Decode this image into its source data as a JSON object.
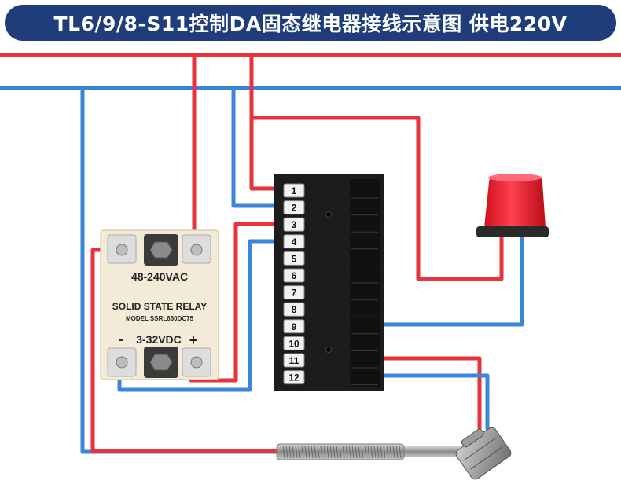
{
  "title": "TL6/9/8-S11控制DA固态继电器接线示意图 供电220V",
  "relay": {
    "ac_range": "48-240VAC",
    "name": "SOLID STATE RELAY",
    "model": "MODEL SSRL660DC75",
    "dc_minus": "-",
    "dc_range": "3-32VDC",
    "dc_plus": "+"
  },
  "controller": {
    "terminals": [
      "1",
      "2",
      "3",
      "4",
      "5",
      "6",
      "7",
      "8",
      "9",
      "10",
      "11",
      "12"
    ]
  },
  "colors": {
    "live_wire": "#e8323e",
    "neutral_wire": "#3a86d9",
    "title_bg": "#1f3d7a",
    "controller_body": "#1c1c1c",
    "relay_body": "#f3ebd8"
  },
  "icons": {
    "alarm_light": "alarm-lamp-icon",
    "sensor": "thermocouple-probe-icon"
  }
}
